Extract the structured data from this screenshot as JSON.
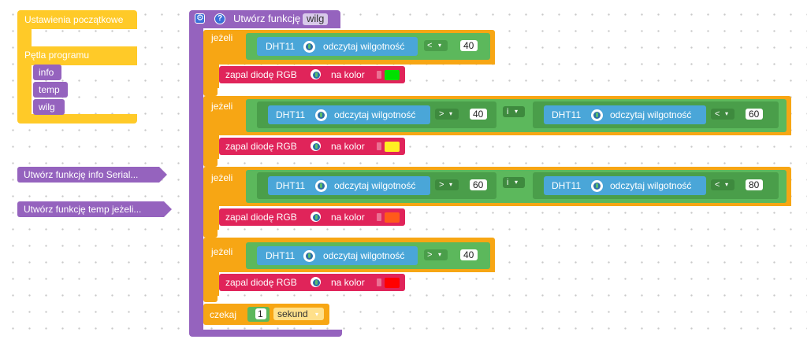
{
  "setup_block": {
    "setup_label": "Ustawienia początkowe",
    "loop_label": "Pętla programu",
    "calls": [
      "info",
      "temp",
      "wilg"
    ]
  },
  "side_functions": [
    {
      "label": "Utwórz funkcję info  Serial..."
    },
    {
      "label": "Utwórz funkcję temp  jeżeli..."
    }
  ],
  "function_block": {
    "title": "Utwórz funkcję",
    "name": "wilg",
    "if_label": "jeżeli",
    "sensor": "DHT11",
    "read_label": "odczytaj wilgotność",
    "and_label": "i",
    "led_label": "zapal diodę RGB",
    "color_label": "na kolor",
    "wait_label": "czekaj",
    "wait_value": "1",
    "wait_unit": "sekund",
    "conditions": [
      {
        "op1": "<",
        "v1": "40"
      },
      {
        "op1": ">",
        "v1": "40",
        "op2": "<",
        "v2": "60"
      },
      {
        "op1": ">",
        "v1": "60",
        "op2": "<",
        "v2": "80"
      },
      {
        "op1": ">",
        "v1": "40"
      }
    ],
    "led_colors": [
      "#00e000",
      "#ffee22",
      "#ff5a1a",
      "#ff0000"
    ]
  },
  "colors": {
    "control_orange": "#f7a614",
    "function_purple": "#9563be",
    "logic_green": "#5cb85c",
    "sensor_blue": "#4aa6d8",
    "led_red": "#e0245a"
  }
}
